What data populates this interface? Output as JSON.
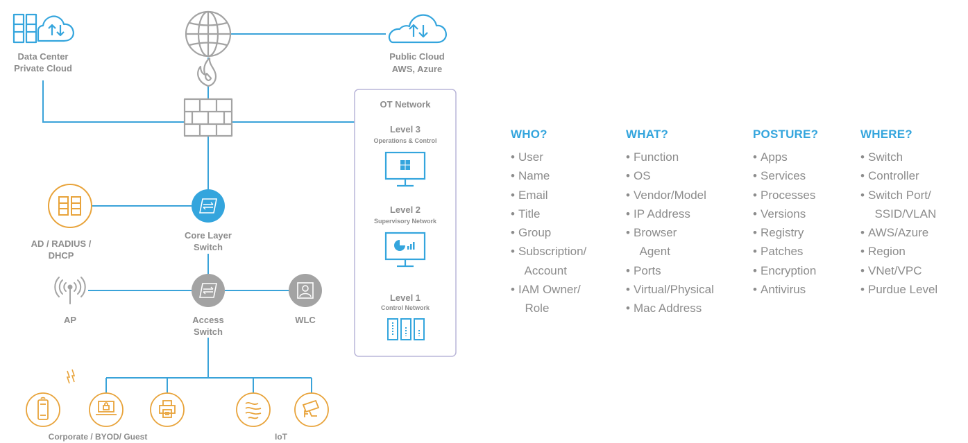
{
  "colors": {
    "line": "#3aa3d9",
    "grey_icon": "#a3a3a3",
    "orange_icon": "#e8a33a",
    "blue_icon": "#34a5dd",
    "text": "#8c8c8c",
    "heading": "#34a5dd",
    "ot_border": "#b9b5d8"
  },
  "nodes": {
    "data_center": {
      "line1": "Data Center",
      "line2": "Private Cloud",
      "icon": "server-cloud-icon"
    },
    "internet": {
      "icon": "globe-icon"
    },
    "public_cloud": {
      "line1": "Public Cloud",
      "line2": "AWS, Azure",
      "icon": "cloud-icon"
    },
    "firewall": {
      "icon": "firewall-icon"
    },
    "ad_radius": {
      "line1": "AD / RADIUS /",
      "line2": "DHCP",
      "icon": "server-icon"
    },
    "core_switch": {
      "line1": "Core Layer",
      "line2": "Switch",
      "icon": "switch-icon"
    },
    "ap": {
      "line1": "AP",
      "icon": "wireless-ap-icon"
    },
    "access_switch": {
      "line1": "Access",
      "line2": "Switch",
      "icon": "switch-icon"
    },
    "wlc": {
      "line1": "WLC",
      "icon": "wlc-icon"
    },
    "corporate_group": {
      "label": "Corporate / BYOD/ Guest"
    },
    "iot_group": {
      "label": "IoT"
    }
  },
  "ot_network": {
    "title": "OT Network",
    "levels": [
      {
        "name": "Level 3",
        "sub": "Operations & Control",
        "icon": "windows-monitor-icon"
      },
      {
        "name": "Level 2",
        "sub": "Supervisory Network",
        "icon": "dashboard-monitor-icon"
      },
      {
        "name": "Level 1",
        "sub": "Control Network",
        "icon": "plc-icon"
      }
    ]
  },
  "attributes": [
    {
      "heading": "WHO?",
      "items": [
        "User",
        "Name",
        "Email",
        "Title",
        "Group",
        "Subscription/",
        "  Account",
        "IAM Owner/",
        "  Role"
      ]
    },
    {
      "heading": "WHAT?",
      "items": [
        "Function",
        "OS",
        "Vendor/Model",
        "IP Address",
        "Browser",
        "  Agent",
        "Ports",
        "Virtual/Physical",
        "Mac Address"
      ]
    },
    {
      "heading": "POSTURE?",
      "items": [
        "Apps",
        "Services",
        "Processes",
        "Versions",
        "Registry",
        "Patches",
        "Encryption",
        "Antivirus"
      ]
    },
    {
      "heading": "WHERE?",
      "items": [
        "Switch",
        "Controller",
        "Switch Port/",
        "  SSID/VLAN",
        "AWS/Azure",
        "Region",
        "VNet/VPC",
        "Purdue Level"
      ]
    }
  ]
}
